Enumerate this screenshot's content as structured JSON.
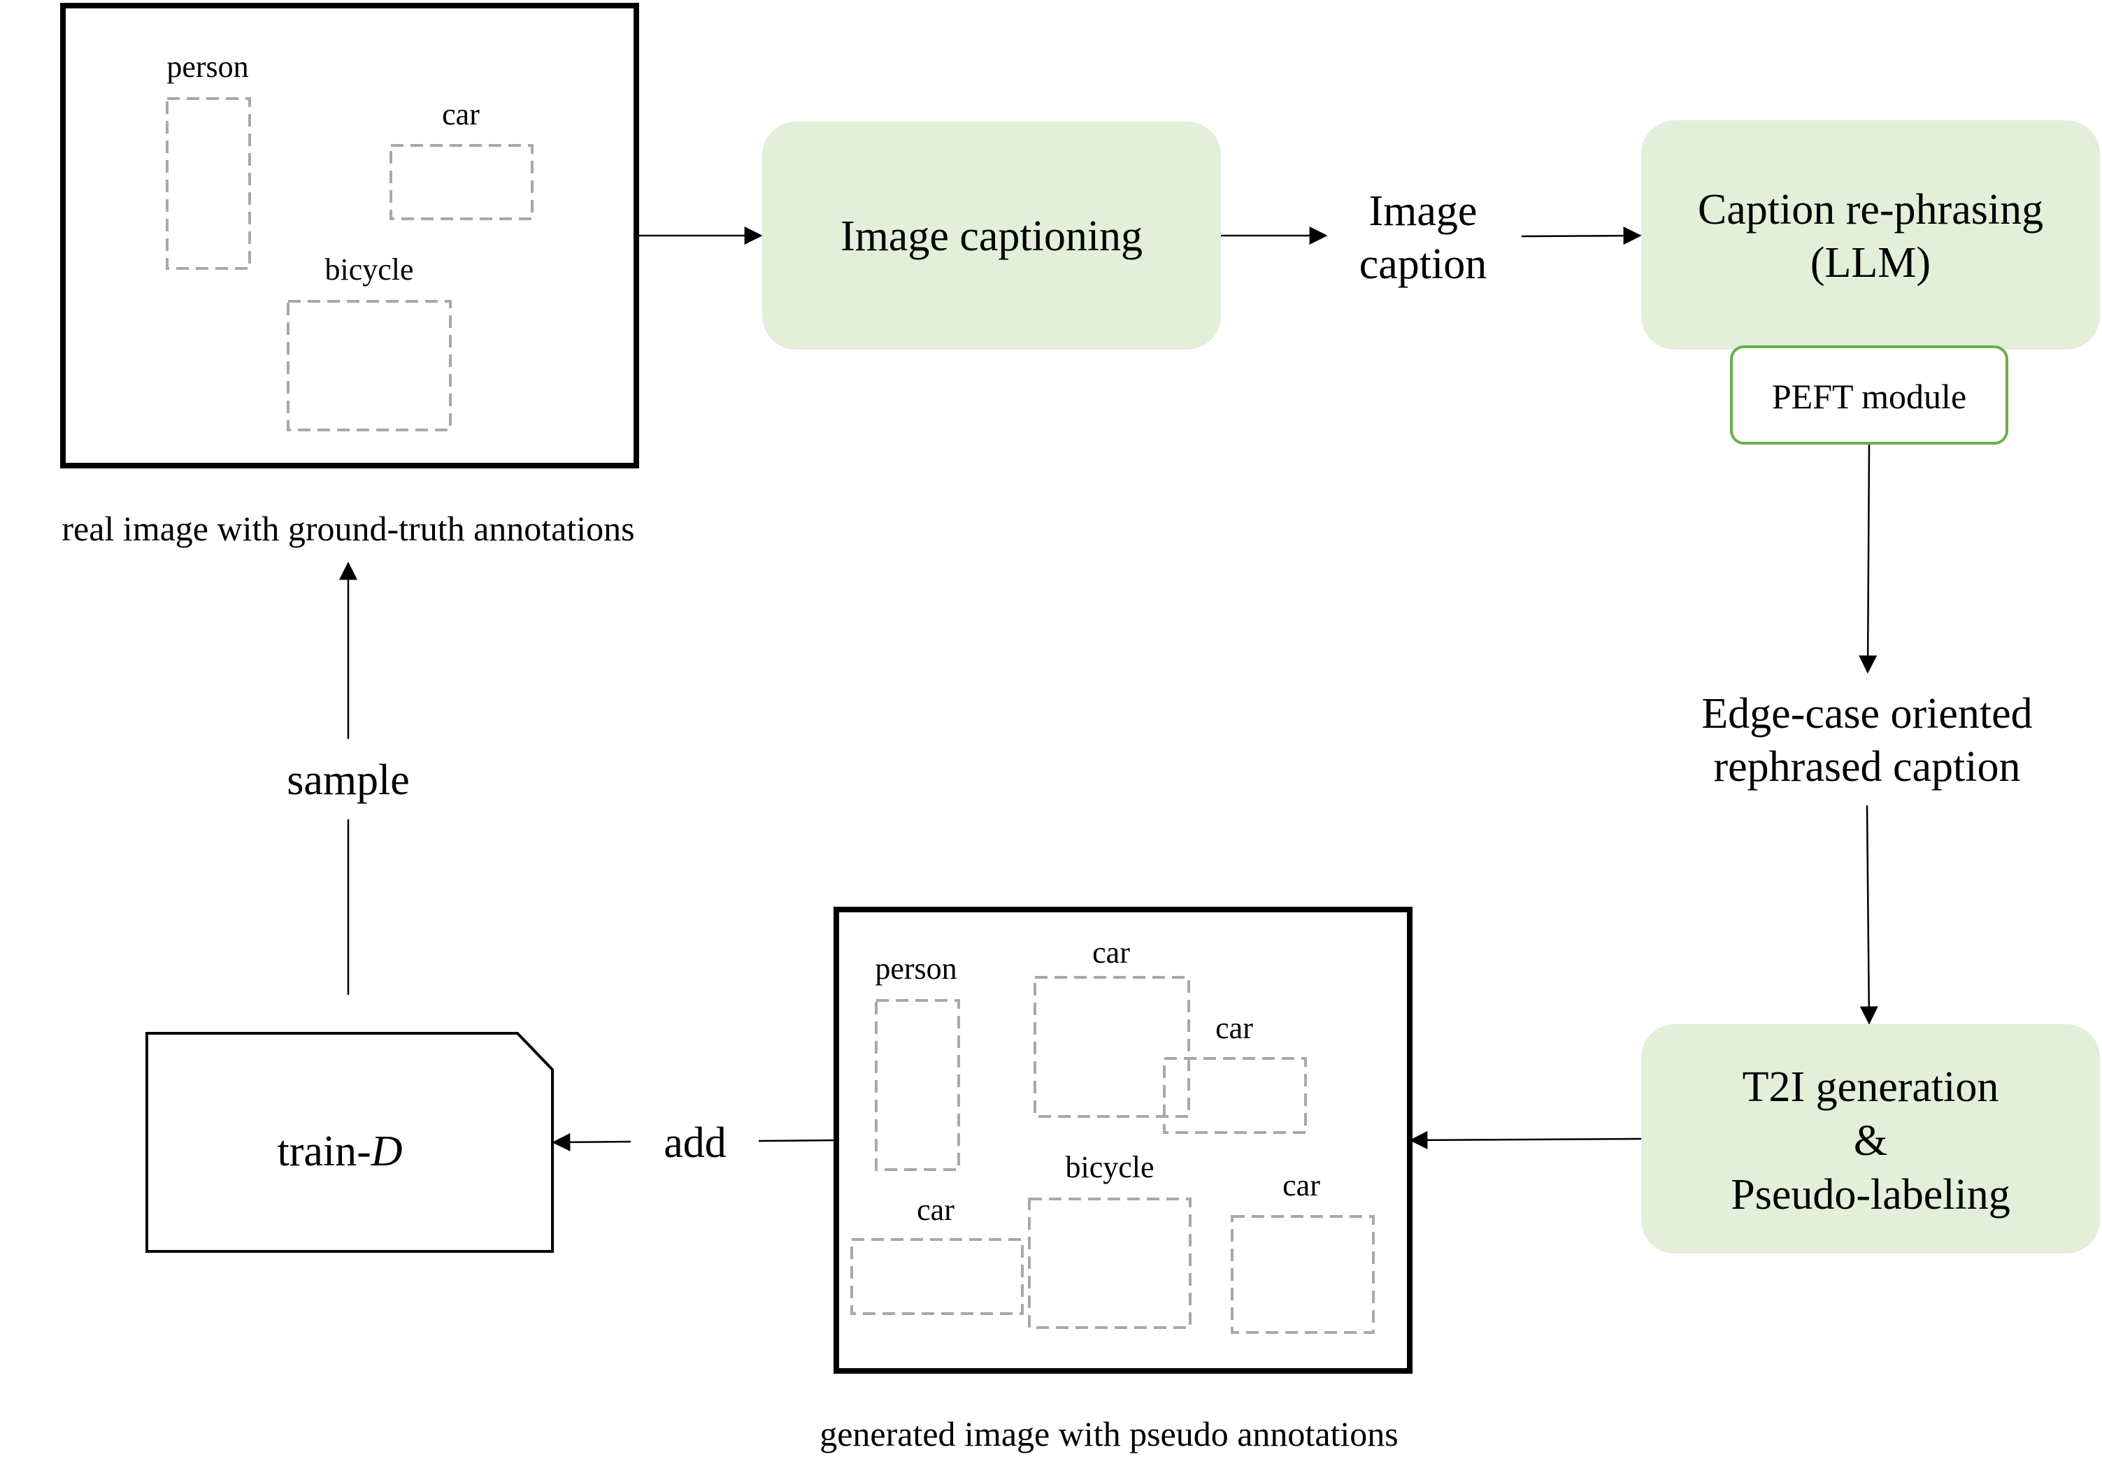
{
  "real_image": {
    "caption": "real image with ground-truth annotations",
    "boxes": [
      "person",
      "car",
      "bicycle"
    ]
  },
  "generated_image": {
    "caption": "generated image with pseudo annotations",
    "boxes": [
      "person",
      "car",
      "car",
      "bicycle",
      "car",
      "car"
    ]
  },
  "processes": {
    "captioning": "Image captioning",
    "rephrasing_line1": "Caption re-phrasing",
    "rephrasing_line2": "(LLM)",
    "peft": "PEFT module",
    "t2i_line1": "T2I generation",
    "t2i_line2": "&",
    "t2i_line3": "Pseudo-labeling"
  },
  "intermediates": {
    "image_caption_line1": "Image",
    "image_caption_line2": "caption",
    "edge_case_line1": "Edge-case oriented",
    "edge_case_line2": "rephrased caption"
  },
  "dataset": {
    "name_prefix": "train-",
    "name_var": "D"
  },
  "edges": {
    "add": "add",
    "sample": "sample"
  }
}
